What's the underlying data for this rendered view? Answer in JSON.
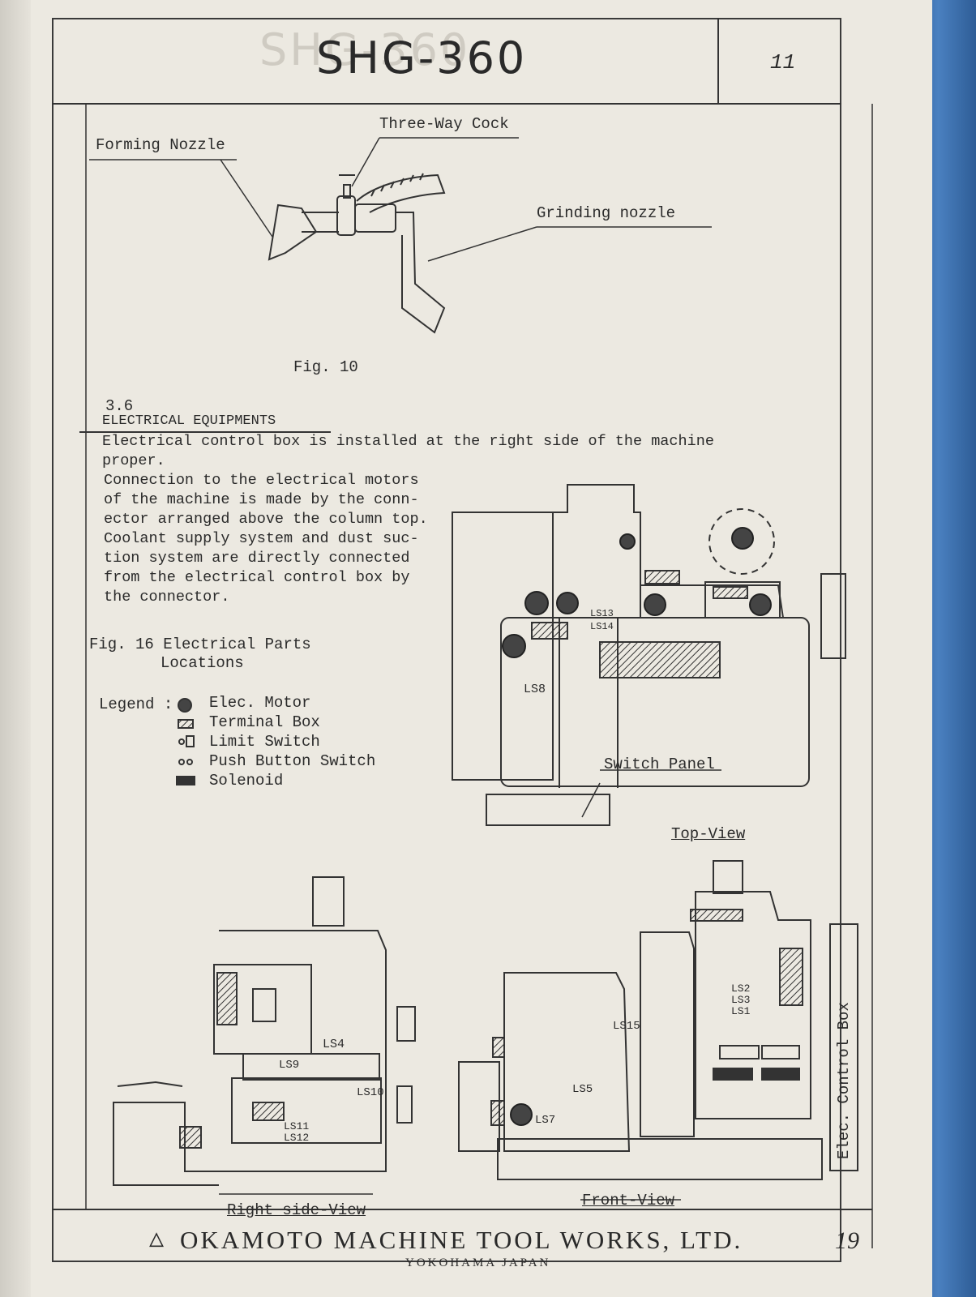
{
  "header": {
    "title": "SHG-360",
    "sheet_no": "11",
    "ghost_title": "SHG-360"
  },
  "fig10": {
    "labels": {
      "forming_nozzle": "Forming Nozzle",
      "three_way_cock": "Three-Way Cock",
      "grinding_nozzle": "Grinding nozzle"
    },
    "caption": "Fig. 10"
  },
  "section": {
    "number": "3.6",
    "heading": "ELECTRICAL EQUIPMENTS",
    "line1": "Electrical control box is installed at the right side of the machine",
    "line2": "proper.",
    "para2": [
      "Connection to the electrical motors",
      "of the machine is made by the conn-",
      "ector arranged above the column top.",
      "Coolant supply system and dust suc-",
      "tion system are directly connected",
      "from the electrical control box by",
      "the connector."
    ]
  },
  "fig16": {
    "caption_line1": "Fig. 16 Electrical Parts",
    "caption_line2": "Locations",
    "legend_title": "Legend :",
    "legend": [
      {
        "symbol": "motor-icon",
        "label": "Elec. Motor"
      },
      {
        "symbol": "terminal-box-icon",
        "label": "Terminal Box"
      },
      {
        "symbol": "limit-switch-icon",
        "label": "Limit Switch"
      },
      {
        "symbol": "push-button-icon",
        "label": "Push Button Switch"
      },
      {
        "symbol": "solenoid-icon",
        "label": "Solenoid"
      }
    ],
    "views": {
      "top": "Top-View",
      "right": "Right side-View",
      "front": "Front-View",
      "elec_box": "Elec. Control Box",
      "switch_panel": "Switch Panel"
    },
    "switch_labels": {
      "ls1": "LS1",
      "ls2": "LS2",
      "ls3": "LS3",
      "ls4": "LS4",
      "ls5": "LS5",
      "ls7": "LS7",
      "ls8": "LS8",
      "ls9": "LS9",
      "ls10": "LS10",
      "ls11": "LS11",
      "ls12": "LS12",
      "ls13": "LS13",
      "ls14": "LS14",
      "ls15": "LS15"
    }
  },
  "footer": {
    "company": "OKAMOTO MACHINE TOOL WORKS, LTD.",
    "city": "YOKOHAMA  JAPAN",
    "page_no": "19"
  }
}
